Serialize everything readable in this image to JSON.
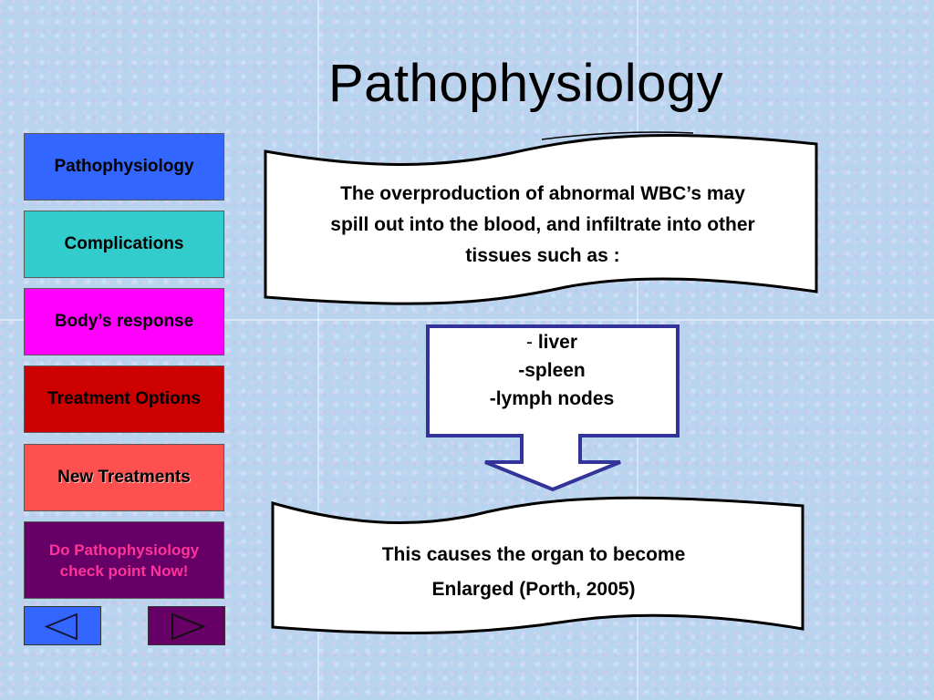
{
  "slide": {
    "title": "Pathophysiology"
  },
  "nav": {
    "items": [
      {
        "label": "Pathophysiology",
        "color": "#3366ff"
      },
      {
        "label": "Complications",
        "color": "#33cccc"
      },
      {
        "label": "Body’s response",
        "color": "#ff00ff"
      },
      {
        "label": "Treatment Options",
        "color": "#cc0000"
      },
      {
        "label": "New Treatments",
        "color": "#ff5050"
      }
    ],
    "checkpoint": {
      "line1": "Do Pathophysiology",
      "line2": "check point Now!",
      "color": "#660066",
      "text_color": "#ff3399"
    },
    "prev_icon": "left-triangle-icon",
    "next_icon": "right-triangle-icon"
  },
  "content": {
    "banner_top": {
      "line1": "The overproduction of abnormal WBC’s may",
      "line2": "spill out into the blood, and infiltrate into other",
      "line3": "tissues such as :"
    },
    "list": {
      "dash": "-",
      "item1": "liver",
      "item2": "-spleen",
      "item3": "-lymph nodes"
    },
    "banner_bottom": {
      "line1": "This causes the organ to become",
      "line2": "Enlarged (Porth, 2005)"
    }
  },
  "colors": {
    "shape_stroke": "#000000",
    "callout_stroke": "#333399",
    "background": "#b9d4ee"
  }
}
